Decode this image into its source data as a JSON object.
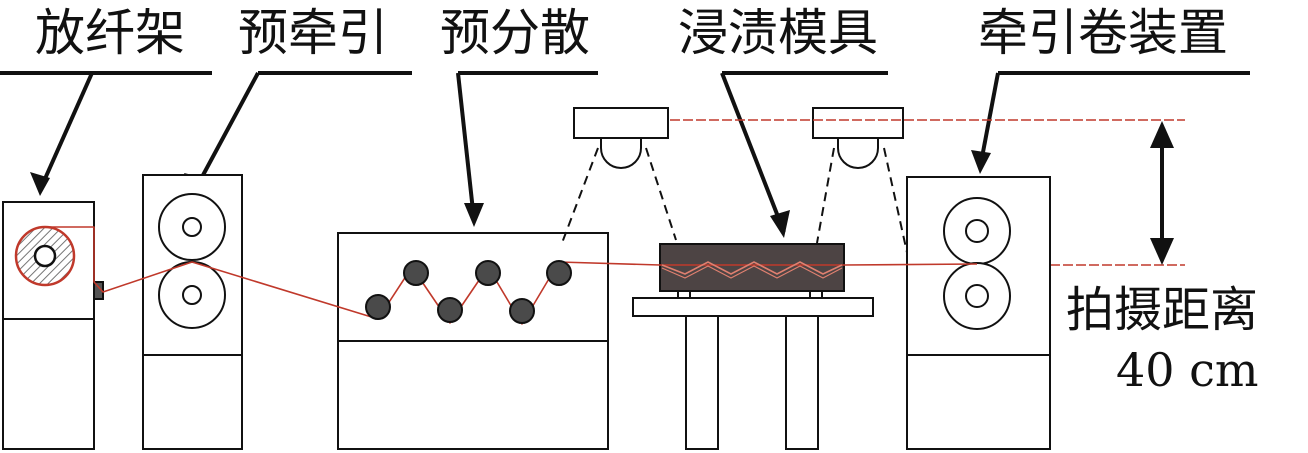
{
  "labels": {
    "creel": "放纤架",
    "pre_traction": "预牵引",
    "pre_spreading": "预分散",
    "impregnation_die": "浸渍模具",
    "take_up": "牵引卷装置",
    "distance_line1": "拍摄距离",
    "distance_line2": "40 cm"
  },
  "colors": {
    "fiber": "#c0392b",
    "roller_fill": "#4a4a4a",
    "die_fill": "#4d4444",
    "outline": "#111111",
    "spool_ring": "#c0392b"
  }
}
